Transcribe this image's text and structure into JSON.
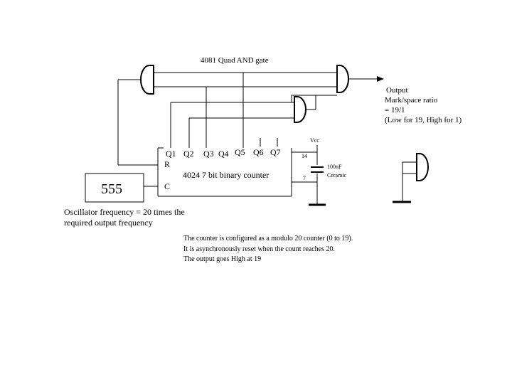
{
  "labels": {
    "and_gate_title": "4081  Quad AND gate",
    "output_1": "Output",
    "output_2": "Mark/space ratio",
    "output_3": "= 19/1",
    "output_4": "(Low for 19, High for 1)",
    "vcc": "Vcc",
    "counter_pins": {
      "q1": "Q1",
      "q2": "Q2",
      "q3": "Q3",
      "q4": "Q4",
      "q5": "Q5",
      "q6": "Q6",
      "q7": "Q7",
      "reset": "R",
      "clock": "C"
    },
    "counter_name": "4024  7 bit binary counter",
    "pin_14": "14",
    "pin_7": "7",
    "cap_value": "100nF",
    "cap_type": "Ceramic",
    "oscillator_chip": "555",
    "osc_note_1": "Oscillator frequency = 20 times the",
    "osc_note_2": "required output frequency",
    "note_1": "The counter is configured as a modulo 20 counter (0 to 19).",
    "note_2": "It is asynchronously reset when the count reaches 20.",
    "note_3": "The output goes High at 19"
  }
}
